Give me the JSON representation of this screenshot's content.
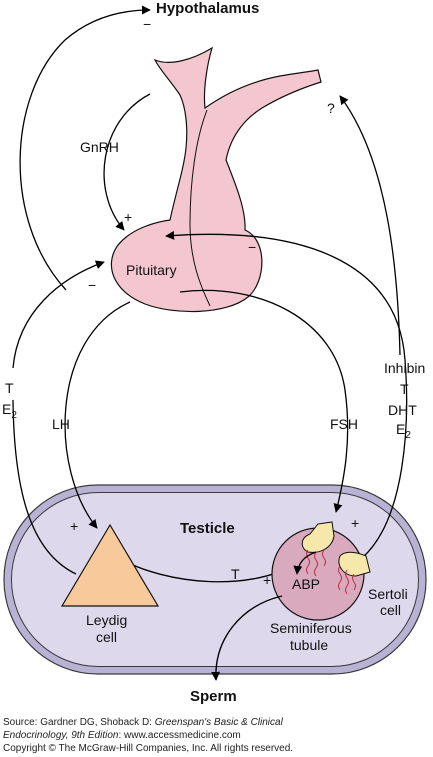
{
  "labels": {
    "hypothalamus": "Hypothalamus",
    "gnrh": "GnRH",
    "pituitary": "Pituitary",
    "question": "?",
    "t": "T",
    "e2_base": "E",
    "e2_sub": "2",
    "lh": "LH",
    "fsh": "FSH",
    "inhibin": "Inhibin",
    "t2": "T",
    "dht": "DHT",
    "e2b_base": "E",
    "e2b_sub": "2",
    "testicle": "Testicle",
    "t_arrow": "T",
    "abp": "ABP",
    "leydig_1": "Leydig",
    "leydig_2": "cell",
    "sertoli_1": "Sertoli",
    "sertoli_2": "cell",
    "seminiferous_1": "Seminiferous",
    "seminiferous_2": "tubule",
    "sperm": "Sperm"
  },
  "signs": {
    "plus": "+",
    "minus": "−"
  },
  "source": {
    "line1_prefix": "Source: Gardner DG, Shoback D: ",
    "line1_italic": "Greenspan's Basic & Clinical",
    "line2_italic": "Endocrinology, 9th Edition",
    "line2_suffix": ": www.accessmedicine.com",
    "line3": "Copyright © The McGraw-Hill Companies, Inc. All rights reserved."
  },
  "colors": {
    "pituitary_fill": "#f4c6cf",
    "testicle_fill": "#ddd8ec",
    "testicle_stroke": "#b8b2d4",
    "leydig_fill": "#f8c99a",
    "tubule_fill": "#d9a9bd",
    "sertoli_fill": "#f6e7ab",
    "hair": "#c0293f"
  }
}
